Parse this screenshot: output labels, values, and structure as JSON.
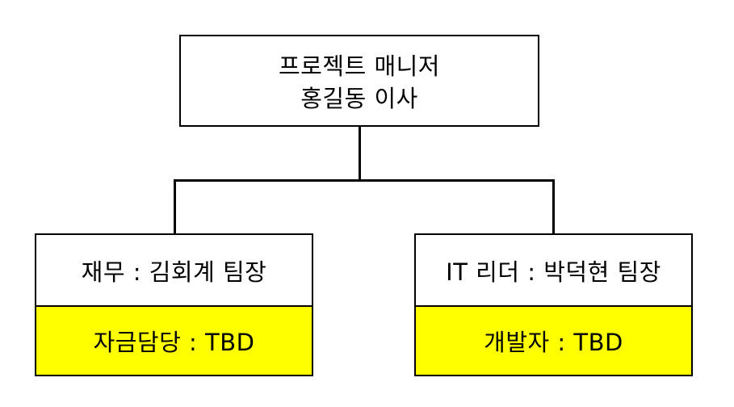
{
  "diagram": {
    "type": "organization-chart",
    "colors": {
      "line": "#000000",
      "box_border": "#000000",
      "box_fill": "#ffffff",
      "highlight_fill": "#ffff00",
      "text": "#000000"
    },
    "root": {
      "title_line_1": "프로젝트 매니저",
      "title_line_2": "홍길동 이사"
    },
    "children": [
      {
        "lead_label": "재무 : 김회계 팀장",
        "open_role_label": "자금담당 : TBD",
        "open_role_highlighted": true
      },
      {
        "lead_label": "IT 리더 : 박덕현 팀장",
        "open_role_label": "개발자 : TBD",
        "open_role_highlighted": true
      }
    ]
  }
}
